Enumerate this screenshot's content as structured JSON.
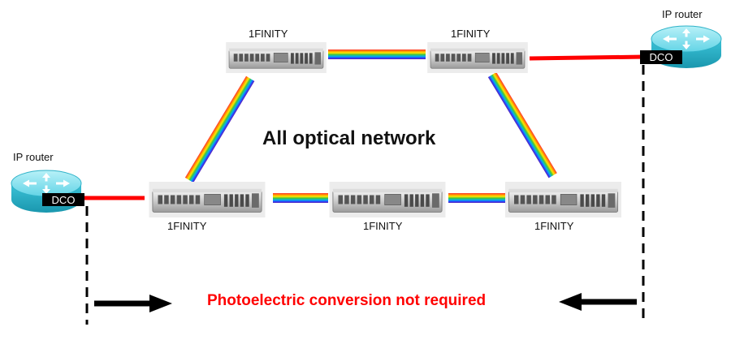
{
  "title": "All optical network",
  "note": "Photoelectric conversion not required",
  "device_label": "1FINITY",
  "router_label": "IP router",
  "dco_label": "DCO",
  "colors": {
    "note_text": "#ff0000",
    "red_link": "#ff0000",
    "router_body": "#3cc3d8",
    "router_top": "#8ae3f0",
    "dco_bg": "#000000",
    "arrow": "#000000"
  },
  "icons": {
    "router": "router-icon",
    "device": "optical-transport-device-icon",
    "arrow_right": "arrow-right-icon",
    "arrow_left": "arrow-left-icon"
  }
}
